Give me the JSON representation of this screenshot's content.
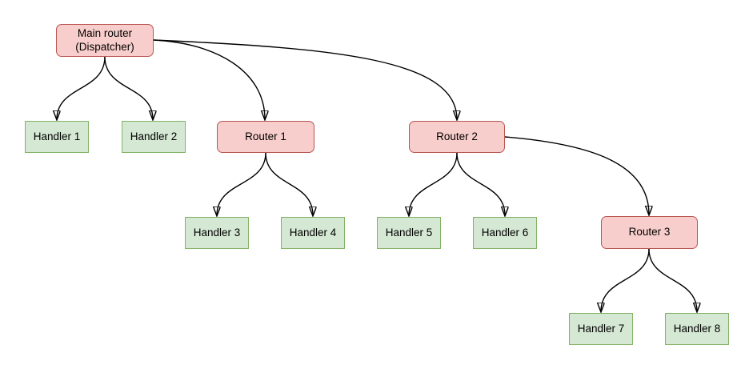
{
  "diagram": {
    "nodes": {
      "main": {
        "line1": "Main router",
        "line2": "(Dispatcher)",
        "type": "router"
      },
      "router1": {
        "label": "Router 1",
        "type": "router"
      },
      "router2": {
        "label": "Router 2",
        "type": "router"
      },
      "router3": {
        "label": "Router 3",
        "type": "router"
      },
      "handler1": {
        "label": "Handler 1",
        "type": "handler"
      },
      "handler2": {
        "label": "Handler 2",
        "type": "handler"
      },
      "handler3": {
        "label": "Handler 3",
        "type": "handler"
      },
      "handler4": {
        "label": "Handler 4",
        "type": "handler"
      },
      "handler5": {
        "label": "Handler 5",
        "type": "handler"
      },
      "handler6": {
        "label": "Handler 6",
        "type": "handler"
      },
      "handler7": {
        "label": "Handler 7",
        "type": "handler"
      },
      "handler8": {
        "label": "Handler 8",
        "type": "handler"
      }
    },
    "edges": [
      {
        "from": "Main router (Dispatcher)",
        "to": "Handler 1"
      },
      {
        "from": "Main router (Dispatcher)",
        "to": "Handler 2"
      },
      {
        "from": "Main router (Dispatcher)",
        "to": "Router 1"
      },
      {
        "from": "Main router (Dispatcher)",
        "to": "Router 2"
      },
      {
        "from": "Router 1",
        "to": "Handler 3"
      },
      {
        "from": "Router 1",
        "to": "Handler 4"
      },
      {
        "from": "Router 2",
        "to": "Handler 5"
      },
      {
        "from": "Router 2",
        "to": "Handler 6"
      },
      {
        "from": "Router 2",
        "to": "Router 3"
      },
      {
        "from": "Router 3",
        "to": "Handler 7"
      },
      {
        "from": "Router 3",
        "to": "Handler 8"
      }
    ],
    "colors": {
      "router_fill": "#f8cecc",
      "router_stroke": "#b85450",
      "handler_fill": "#d5e8d4",
      "handler_stroke": "#82b366",
      "edge_stroke": "#000000",
      "background": "#ffffff"
    }
  }
}
